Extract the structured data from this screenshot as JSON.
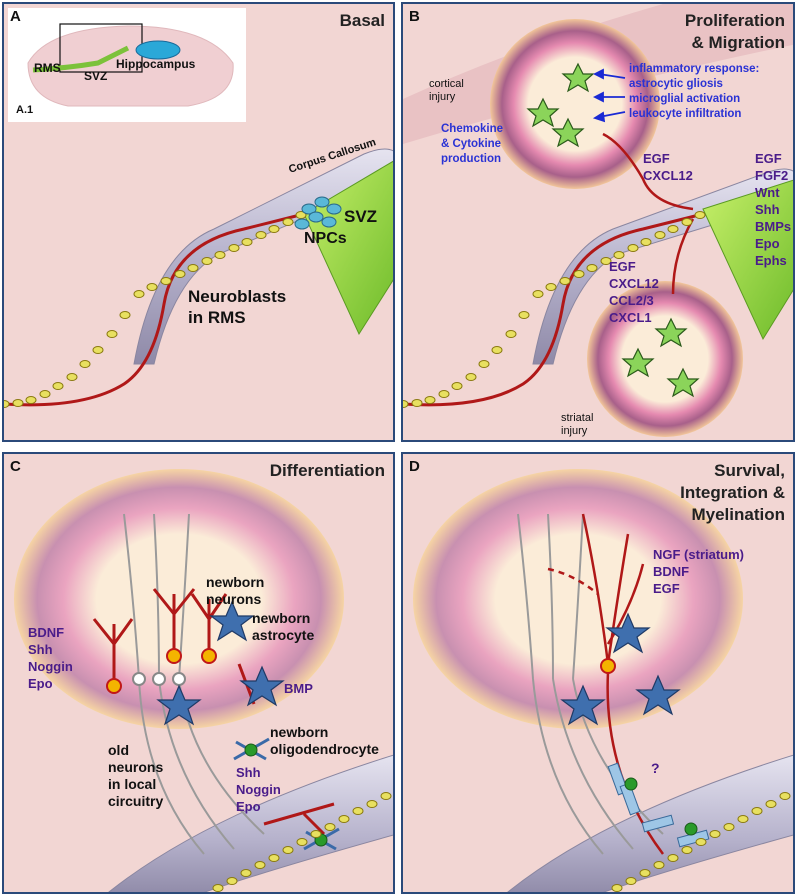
{
  "panels": {
    "a": {
      "letter": "A",
      "title": "Basal",
      "inset": {
        "rms": "RMS",
        "svz": "SVZ",
        "hippocampus": "Hippocampus",
        "sublabel": "A.1"
      },
      "corpus_callosum": "Corpus Callosum",
      "svz": "SVZ",
      "npcs": "NPCs",
      "neuroblasts": [
        "Neuroblasts",
        "in RMS"
      ]
    },
    "b": {
      "letter": "B",
      "title": [
        "Proliferation",
        "& Migration"
      ],
      "cortical_injury": [
        "cortical",
        "injury"
      ],
      "inflammatory": [
        "inflammatory response:",
        "astrocytic gliosis",
        "microglial activation",
        "leukocyte infiltration"
      ],
      "chemokine": [
        "Chemokine",
        "& Cytokine",
        "production"
      ],
      "factors_cortical": [
        "EGF",
        "CXCL12"
      ],
      "factors_svz": [
        "EGF",
        "FGF2",
        "Wnt",
        "Shh",
        "BMPs",
        "Epo",
        "Ephs"
      ],
      "factors_striatal": [
        "EGF",
        "CXCL12",
        "CCL2/3",
        "CXCL1"
      ],
      "striatal_injury": [
        "striatal",
        "injury"
      ]
    },
    "c": {
      "letter": "C",
      "title": "Differentiation",
      "newborn_neurons": [
        "newborn",
        "neurons"
      ],
      "newborn_astrocyte": [
        "newborn",
        "astrocyte"
      ],
      "factors_left": [
        "BDNF",
        "Shh",
        "Noggin",
        "Epo"
      ],
      "bmp": "BMP",
      "newborn_oligo": [
        "newborn",
        "oligodendrocyte"
      ],
      "factors_oligo": [
        "Shh",
        "Noggin",
        "Epo"
      ],
      "old_neurons": [
        "old",
        "neurons",
        "in local",
        "circuitry"
      ]
    },
    "d": {
      "letter": "D",
      "title": [
        "Survival,",
        "Integration &",
        "Myelination"
      ],
      "factors": [
        "NGF (striatum)",
        "BDNF",
        "EGF"
      ],
      "question": "?"
    }
  },
  "colors": {
    "border": "#2b4a7a",
    "purple_text": "#4a1c8a",
    "blue_text": "#2a32d4",
    "svz_green": "#9ed94a",
    "axon_red": "#b01818"
  }
}
